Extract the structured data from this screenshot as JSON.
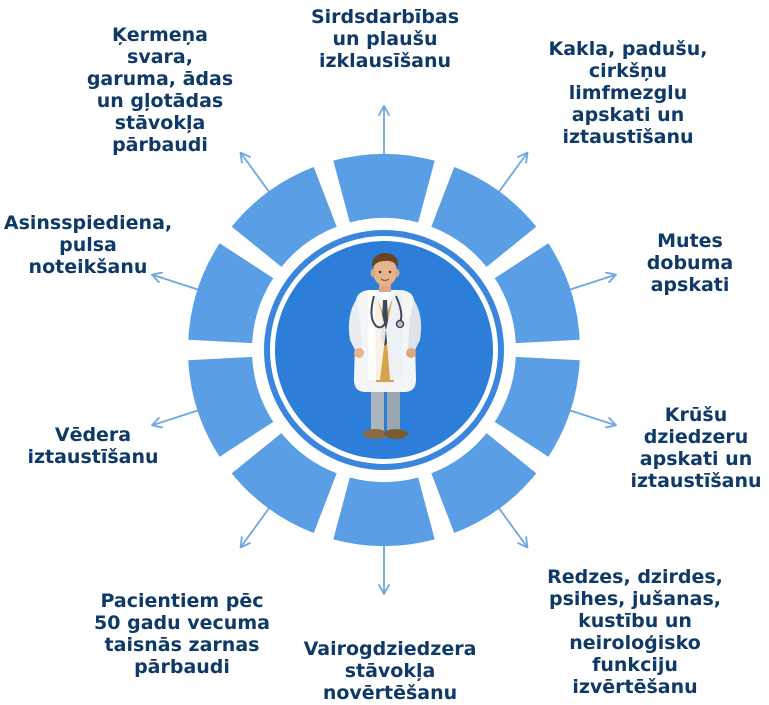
{
  "colors": {
    "ring": "#5a9fe6",
    "inner_circle": "#2d7ed9",
    "ring_border": "#3a86dc",
    "arrow": "#6ea7e0",
    "text": "#0f3a68"
  },
  "center_icon": "doctor-icon",
  "labels": [
    {
      "key": "top",
      "lines": [
        "Sirdsdarbības",
        "un plaušu",
        "izklausīšanu"
      ]
    },
    {
      "key": "top-right",
      "lines": [
        "Kakla, padušu,",
        "cirkšņu",
        "limfmezglu",
        "apskati un",
        "iztaustīšanu"
      ]
    },
    {
      "key": "right-upper",
      "lines": [
        "Mutes",
        "dobuma",
        "apskati"
      ]
    },
    {
      "key": "right-lower",
      "lines": [
        "Krūšu",
        "dziedzeru",
        "apskati un",
        "iztaustīšanu"
      ]
    },
    {
      "key": "bottom-right",
      "lines": [
        "Redzes, dzirdes,",
        "psihes, jušanas,",
        "kustību un",
        "neiroloģisko",
        "funkciju",
        "izvērtēšanu"
      ]
    },
    {
      "key": "bottom",
      "lines": [
        "Vairogdziedzera",
        "stāvokļa",
        "novērtēšanu"
      ]
    },
    {
      "key": "bottom-left",
      "lines": [
        "Pacientiem pēc",
        "50 gadu vecuma",
        "taisnās zarnas",
        "pārbaudi"
      ]
    },
    {
      "key": "left-lower",
      "lines": [
        "Vēdera",
        "iztaustīšanu"
      ]
    },
    {
      "key": "left-upper",
      "lines": [
        "Asinsspiediena,",
        "pulsa",
        "noteikšanu"
      ]
    },
    {
      "key": "top-left",
      "lines": [
        "Ķermeņa",
        "svara,",
        "garuma, ādas",
        "un gļotādas",
        "stāvokļa",
        "pārbaudi"
      ]
    }
  ]
}
